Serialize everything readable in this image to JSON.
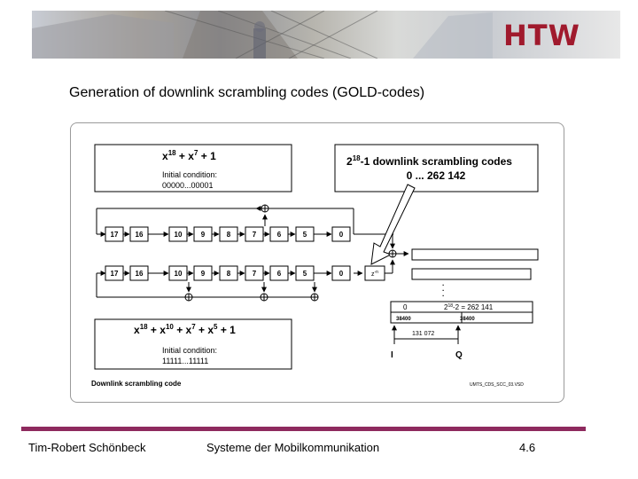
{
  "slide": {
    "title": "Generation of downlink scrambling codes (GOLD-codes)"
  },
  "logo": {
    "text": "HTW"
  },
  "diagram": {
    "top_poly": {
      "base": "x",
      "exp1": "18",
      "mid": " + x",
      "exp2": "7",
      "tail": " + 1"
    },
    "top_init_label": "Initial condition:",
    "top_init_value": "00000...00001",
    "codes_box": {
      "line1_base": "2",
      "line1_exp": "18",
      "line1_rest": "-1 downlink scrambling codes",
      "line2": "0 ... 262 142"
    },
    "register_top_cells": [
      "17",
      "16",
      "10",
      "9",
      "8",
      "7",
      "6",
      "5",
      "0"
    ],
    "register_bottom_cells": [
      "17",
      "16",
      "10",
      "9",
      "8",
      "7",
      "6",
      "5",
      "0"
    ],
    "delay_base": "z",
    "delay_exp": "-n",
    "bottom_poly": {
      "base": "x",
      "exp1": "18",
      "p2": " + x",
      "exp2": "10",
      "p3": " + x",
      "exp3": "7",
      "p4": " + x",
      "exp4": "5",
      "tail": " + 1"
    },
    "bottom_init_label": "Initial condition:",
    "bottom_init_value": "11111...11111",
    "code_table": {
      "left_index": "0",
      "right_index_base": "2",
      "right_index_exp": "18",
      "right_index_rest": "-2 = 262 141",
      "cell_left": "38400",
      "cell_right": "38400"
    },
    "offset_label": "131 072",
    "i_label": "I",
    "q_label": "Q",
    "caption": "Downlink scrambling code",
    "file_ref": "UMTS_CDS_SCC_03.VSD"
  },
  "footer": {
    "author": "Tim-Robert Schönbeck",
    "course": "Systeme der Mobilkommunikation",
    "page": "4.6"
  },
  "colors": {
    "footer_bar": "#8e2a5e",
    "logo": "#a01a2d"
  }
}
